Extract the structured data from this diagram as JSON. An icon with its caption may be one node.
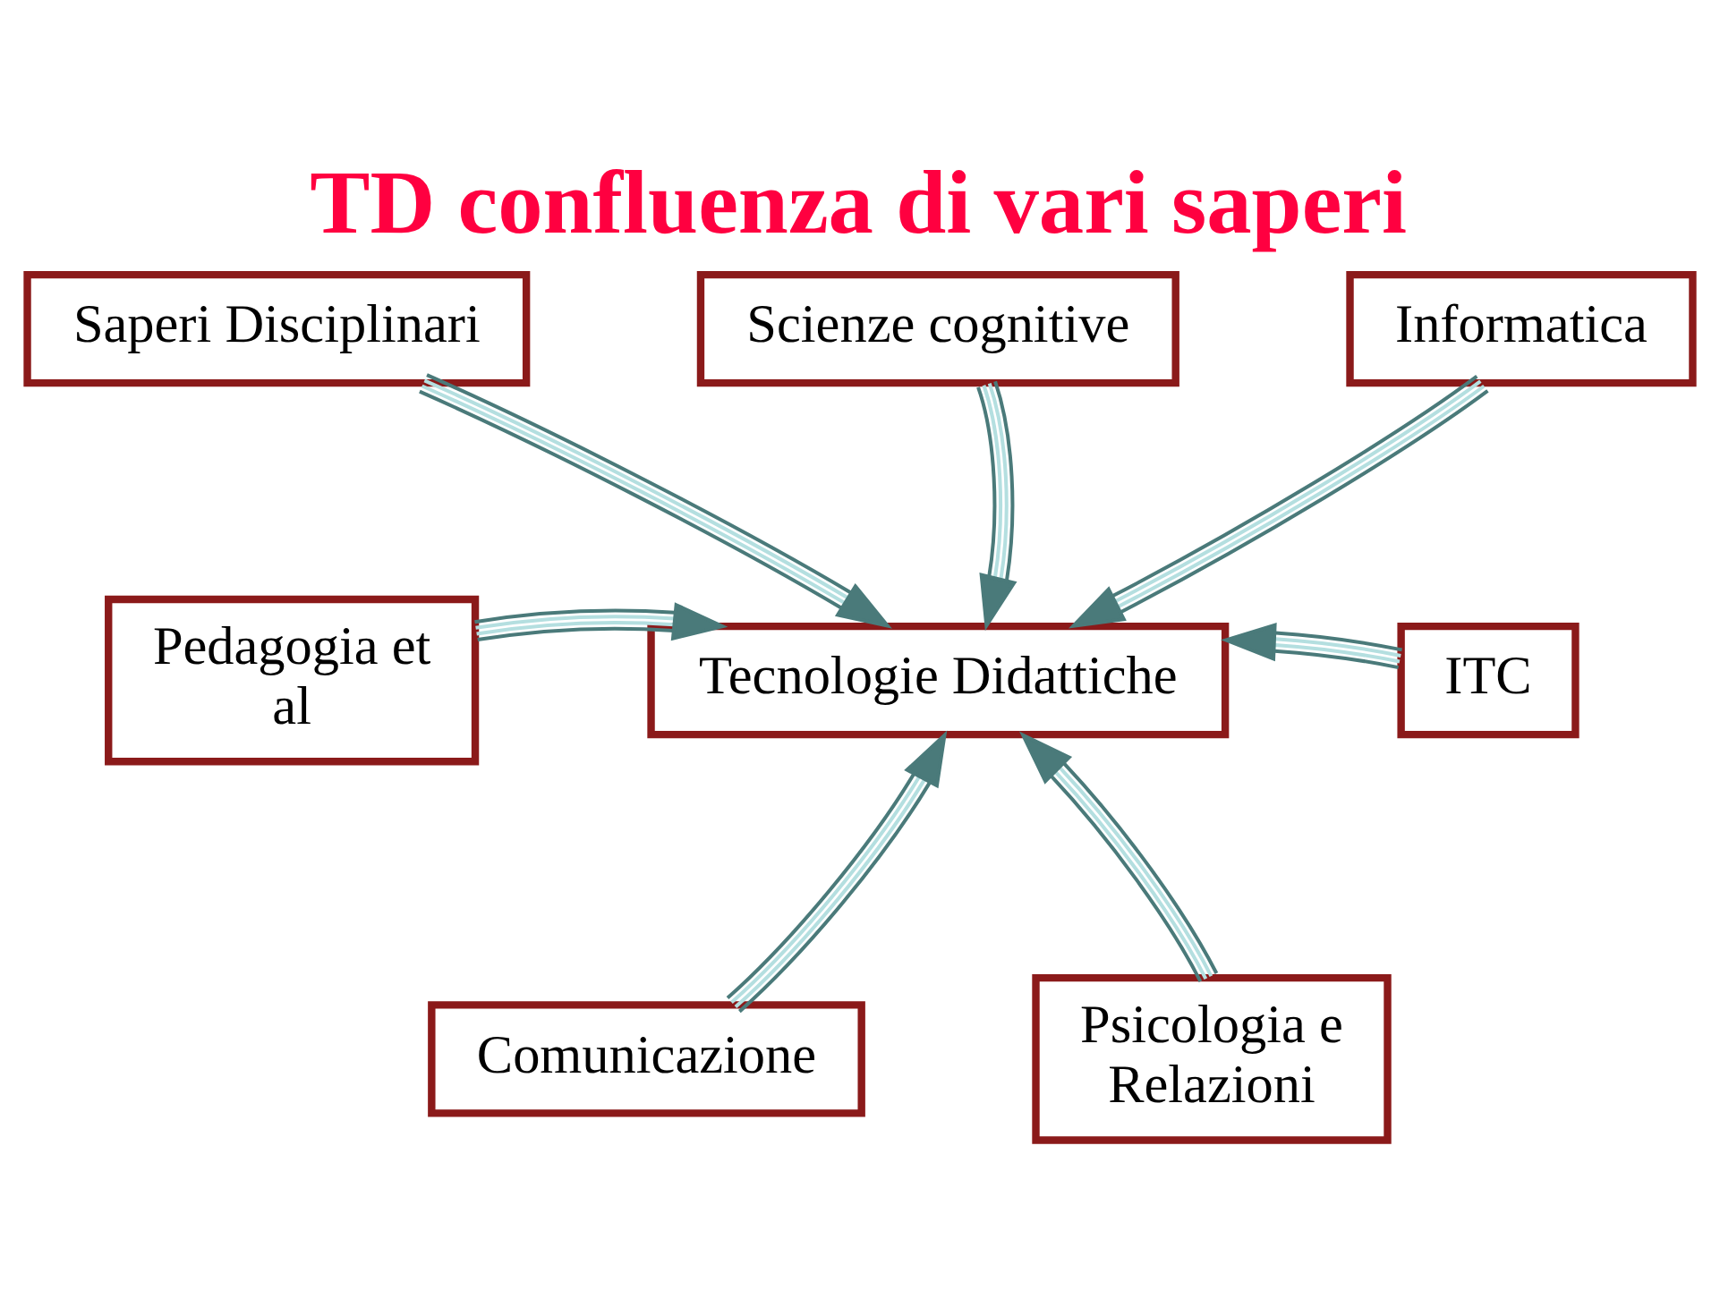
{
  "diagram": {
    "title": "TD confluenza di vari saperi",
    "nodes": [
      {
        "text": [
          "Saperi Disciplinari"
        ]
      },
      {
        "text": [
          "Scienze cognitive"
        ]
      },
      {
        "text": [
          "Informatica"
        ]
      },
      {
        "text": [
          "Pedagogia et al"
        ]
      },
      {
        "text": [
          "Tecnologie Didattiche"
        ]
      },
      {
        "text": [
          "ITC"
        ]
      },
      {
        "text": [
          "Comunicazione"
        ]
      },
      {
        "text": [
          "Psicologia e Relazioni"
        ]
      }
    ],
    "edges": [
      {
        "from": 0,
        "to": 4,
        "arrow": "to"
      },
      {
        "from": 1,
        "to": 4,
        "arrow": "to"
      },
      {
        "from": 2,
        "to": 4,
        "arrow": "to"
      },
      {
        "from": 3,
        "to": 4,
        "arrow": "to"
      },
      {
        "from": 5,
        "to": 4,
        "arrow": "to"
      },
      {
        "from": 6,
        "to": 4,
        "arrow": "to"
      },
      {
        "from": 7,
        "to": 4,
        "arrow": "to"
      }
    ]
  }
}
